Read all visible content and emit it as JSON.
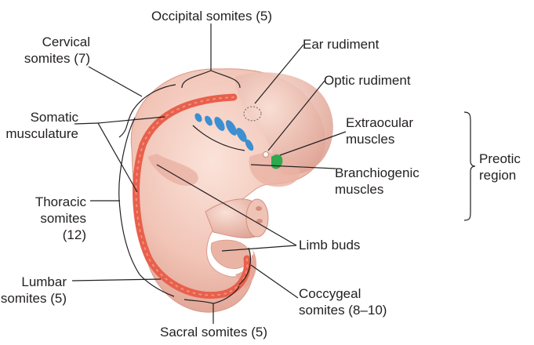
{
  "labels": {
    "occipital": {
      "line1": "Occipital somites (5)"
    },
    "cervical": {
      "line1": "Cervical",
      "line2": "somites (7)"
    },
    "ear": {
      "line1": "Ear rudiment"
    },
    "optic": {
      "line1": "Optic rudiment"
    },
    "somatic": {
      "line1": "Somatic",
      "line2": "musculature"
    },
    "extraocular": {
      "line1": "Extraocular",
      "line2": "muscles"
    },
    "preotic": {
      "line1": "Preotic",
      "line2": "region"
    },
    "branchiogenic": {
      "line1": "Branchiogenic",
      "line2": "muscles"
    },
    "thoracic": {
      "line1": "Thoracic",
      "line2": "somites",
      "line3": "(12)"
    },
    "limb": {
      "line1": "Limb buds"
    },
    "lumbar": {
      "line1": "Lumbar",
      "line2": "somites (5)"
    },
    "coccygeal": {
      "line1": "Coccygeal",
      "line2": "somites (8–10)"
    },
    "sacral": {
      "line1": "Sacral somites (5)"
    }
  },
  "colors": {
    "embryo_skin": "#f0c2b4",
    "embryo_shadow": "#d9998a",
    "somite_band": "#e8604c",
    "branchial_blue": "#3c8fd0",
    "extraocular_green": "#2fa84f",
    "leader_line": "#231f20"
  }
}
